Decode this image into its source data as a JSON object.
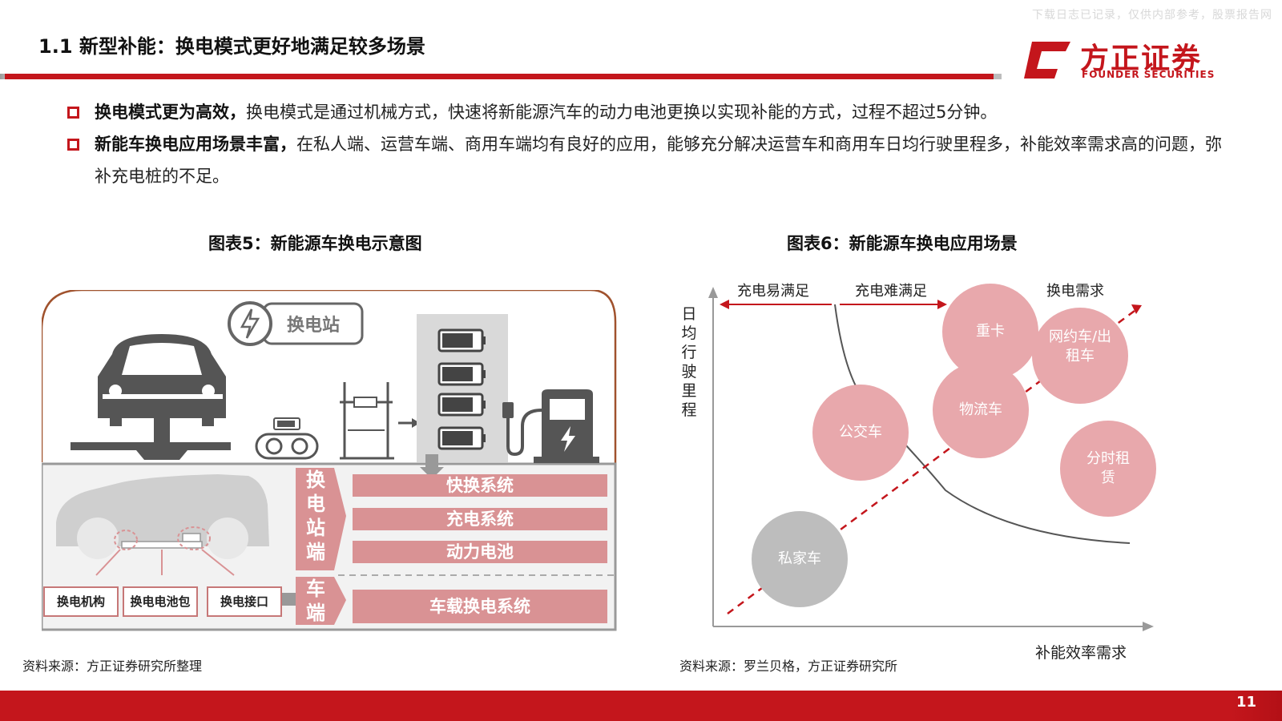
{
  "watermark": "下载日志已记录，仅供内部参考，股票报告网",
  "header": {
    "title": "1.1 新型补能：换电模式更好地满足较多场景"
  },
  "logo": {
    "cn": "方正证券",
    "en": "FOUNDER SECURITIES"
  },
  "bullets": [
    {
      "bold": "换电模式更为高效，",
      "text": "换电模式是通过机械方式，快速将新能源汽车的动力电池更换以实现补能的方式，过程不超过5分钟。"
    },
    {
      "bold": "新能车换电应用场景丰富，",
      "text": "在私人端、运营车端、商用车端均有良好的应用，能够充分解决运营车和商用车日均行驶里程多，补能效率需求高的问题，弥补充电桩的不足。"
    }
  ],
  "figure5": {
    "title": "图表5：新能源车换电示意图",
    "station_label": "换电站",
    "station_side": [
      "换",
      "电",
      "站",
      "端"
    ],
    "vehicle_side": [
      "车",
      "端"
    ],
    "station_systems": [
      "快换系统",
      "充电系统",
      "动力电池"
    ],
    "vehicle_system": "车载换电系统",
    "vehicle_parts": [
      "换电机构",
      "换电电池包",
      "换电接口"
    ],
    "source": "资料来源：方正证券研究所整理"
  },
  "figure6": {
    "title": "图表6：新能源车换电应用场景",
    "zones": [
      "充电易满足",
      "充电难满足",
      "换电需求"
    ],
    "ylabel": "日均行驶里程",
    "xlabel": "补能效率需求",
    "bubbles": [
      {
        "label": "私家车",
        "color": "#bdbdbd"
      },
      {
        "label": "公交车",
        "color": "#e8a8ac"
      },
      {
        "label": "物流车",
        "color": "#e8a8ac"
      },
      {
        "label": "重卡",
        "color": "#e8a8ac"
      },
      {
        "label": "网约车/出租车",
        "color": "#e8a8ac"
      },
      {
        "label": "分时租赁",
        "color": "#e8a8ac"
      }
    ],
    "source": "资料来源：罗兰贝格，方正证券研究所"
  },
  "page_number": "11",
  "colors": {
    "brand_red": "#c4161c",
    "pink": "#d99294",
    "gray": "#555555"
  }
}
